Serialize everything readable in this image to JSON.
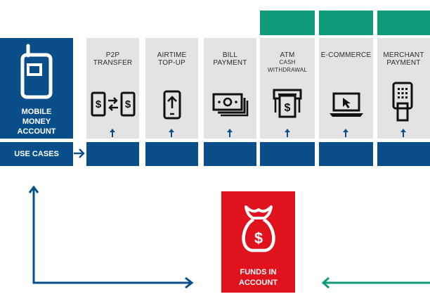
{
  "account": {
    "line1": "MOBILE",
    "line2": "MONEY",
    "line3": "ACCOUNT",
    "icon": "mobile-phone-icon"
  },
  "use_cases_label": "USE CASES",
  "columns": [
    {
      "line1": "P2P",
      "line2": "TRANSFER",
      "sub": "",
      "icon": "p2p-transfer-icon"
    },
    {
      "line1": "AIRTIME",
      "line2": "TOP-UP",
      "sub": "",
      "icon": "phone-topup-icon"
    },
    {
      "line1": "BILL",
      "line2": "PAYMENT",
      "sub": "",
      "icon": "banknotes-icon"
    },
    {
      "line1": "ATM",
      "line2": "CASH",
      "sub": "WITHDRAWAL",
      "icon": "atm-icon"
    },
    {
      "line1": "E-COMMERCE",
      "line2": "",
      "sub": "",
      "icon": "laptop-cursor-icon"
    },
    {
      "line1": "MERCHANT",
      "line2": "PAYMENT",
      "sub": "",
      "icon": "pos-terminal-icon"
    }
  ],
  "funds": {
    "line1": "FUNDS IN",
    "line2": "ACCOUNT",
    "icon": "money-bag-icon"
  },
  "colors": {
    "blue": "#0b4f8a",
    "green": "#0f9a7a",
    "red": "#e0121d",
    "gray": "#e3e3e3"
  }
}
